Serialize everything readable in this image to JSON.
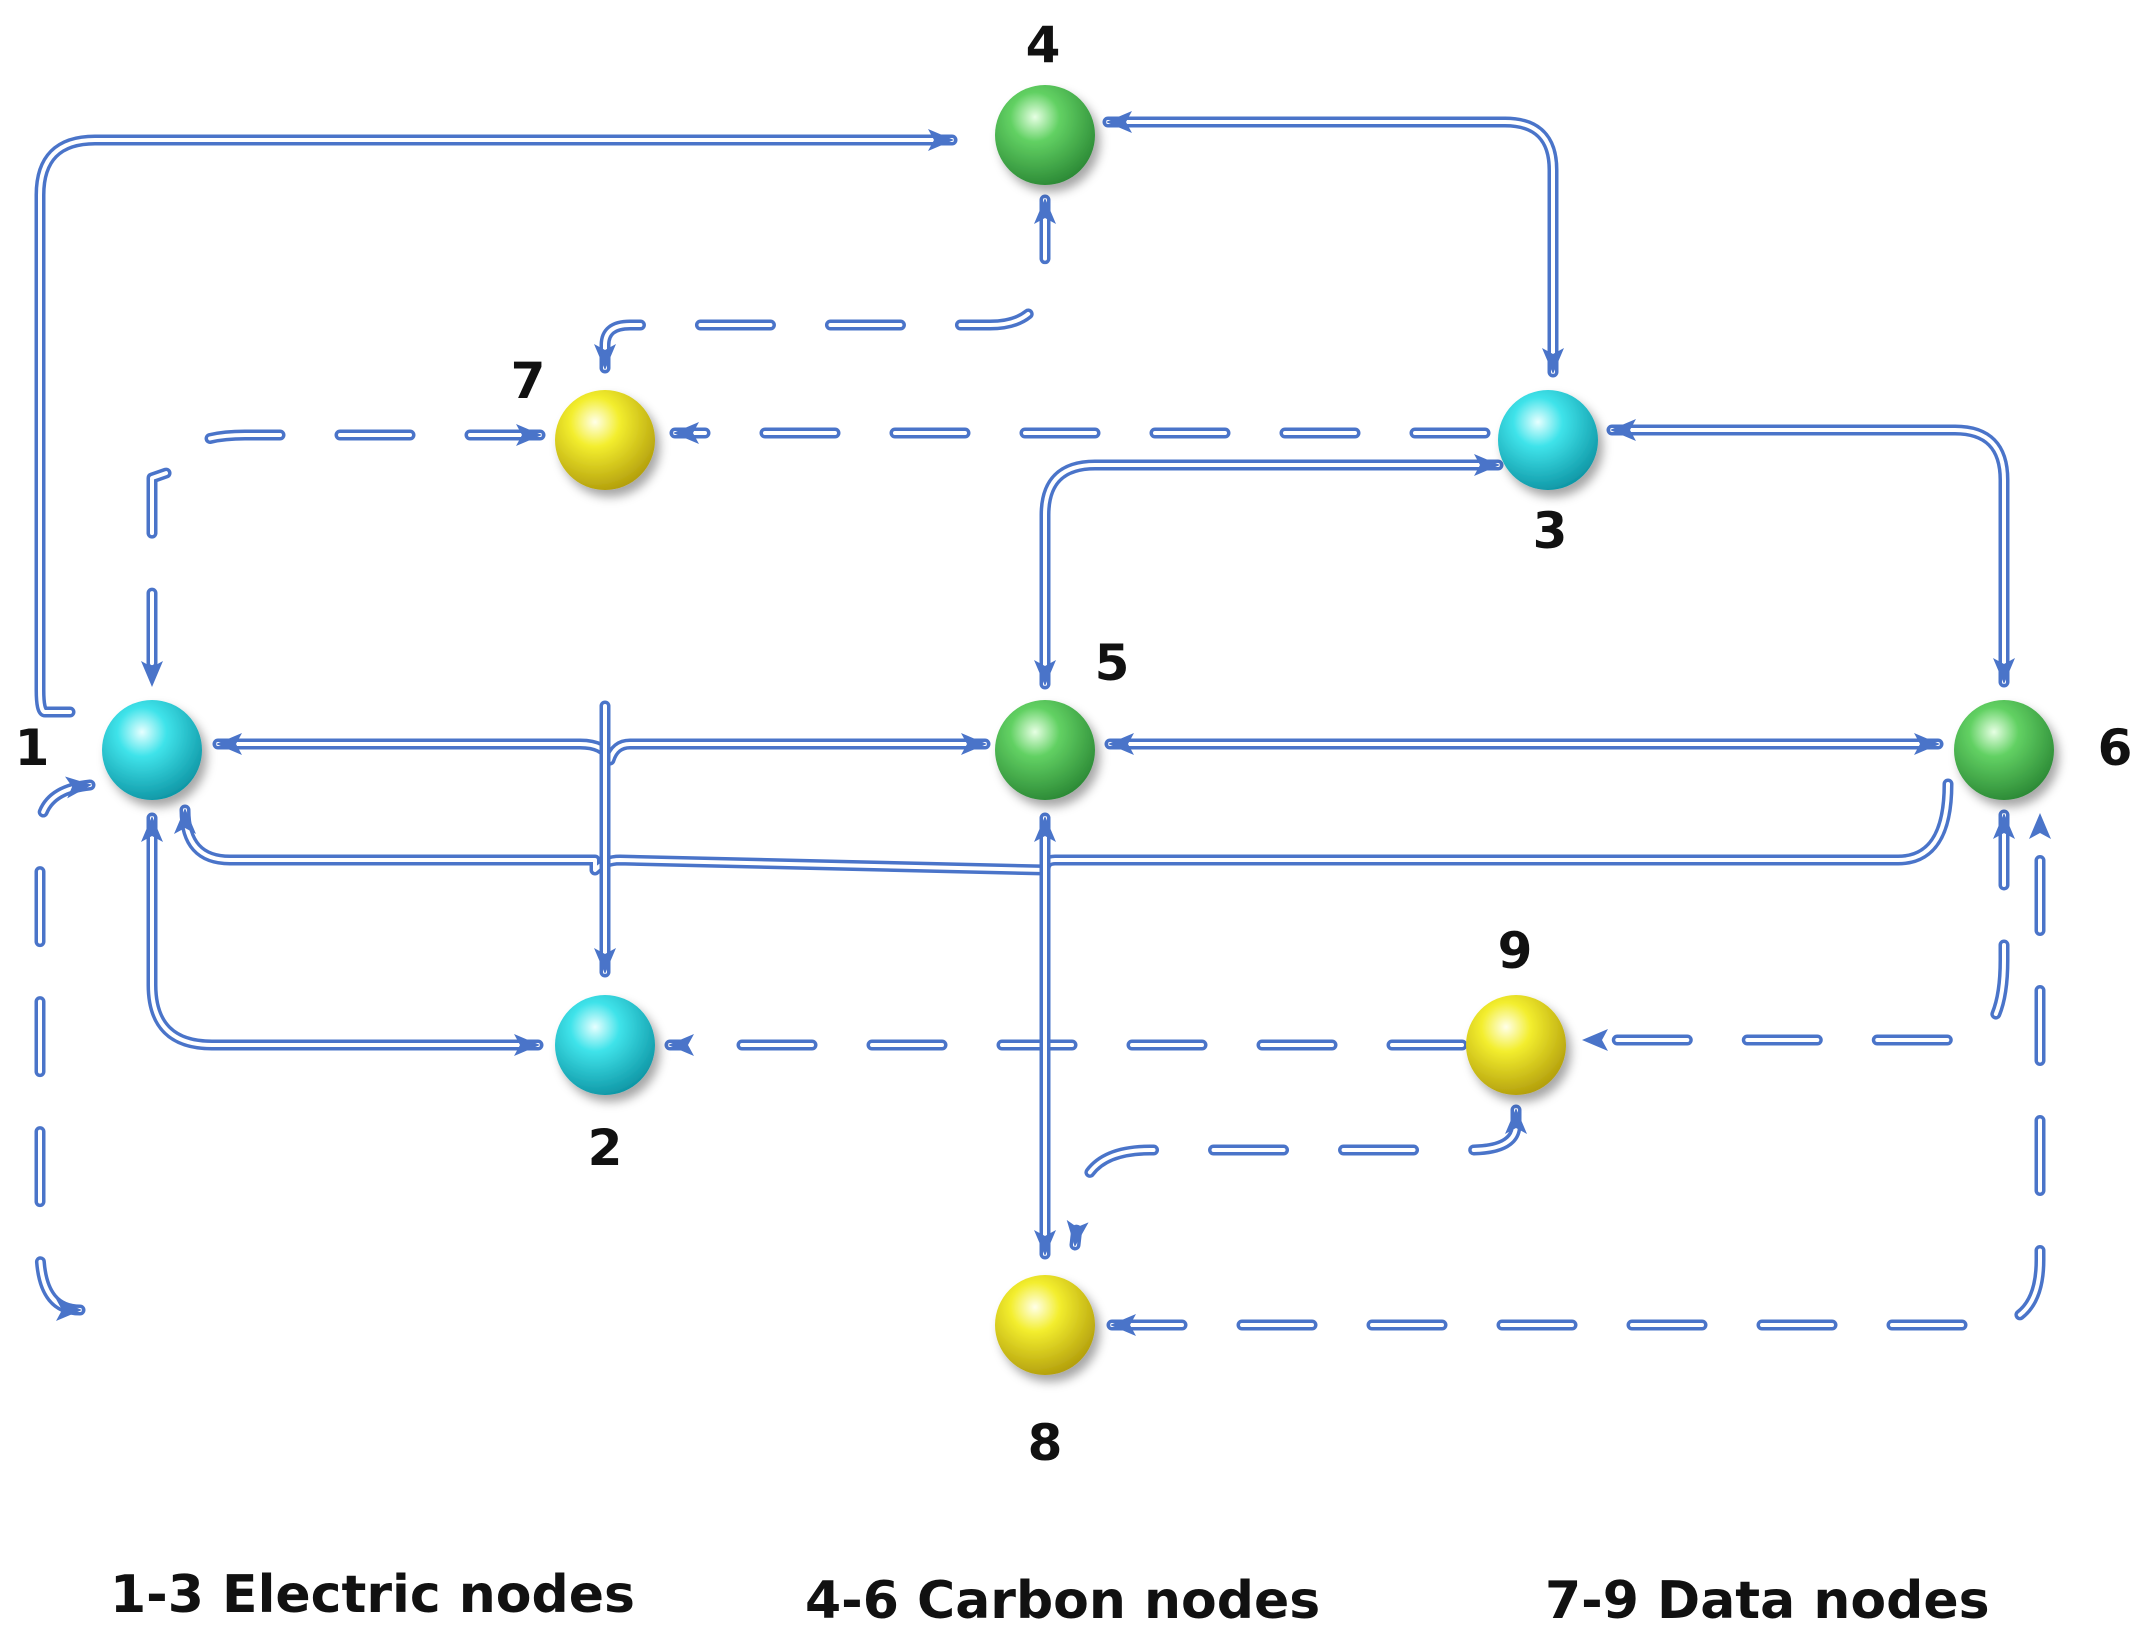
{
  "colors": {
    "edge": "#4a74c9",
    "electric": "#3fe3ea",
    "carbon": "#62d163",
    "data": "#f3ee2e"
  },
  "nodes": [
    {
      "id": "1",
      "label": "1",
      "type": "electric"
    },
    {
      "id": "2",
      "label": "2",
      "type": "electric"
    },
    {
      "id": "3",
      "label": "3",
      "type": "electric"
    },
    {
      "id": "4",
      "label": "4",
      "type": "carbon"
    },
    {
      "id": "5",
      "label": "5",
      "type": "carbon"
    },
    {
      "id": "6",
      "label": "6",
      "type": "carbon"
    },
    {
      "id": "7",
      "label": "7",
      "type": "data"
    },
    {
      "id": "8",
      "label": "8",
      "type": "data"
    },
    {
      "id": "9",
      "label": "9",
      "type": "data"
    }
  ],
  "edges": [
    {
      "from": "1",
      "to": "4",
      "style": "solid",
      "bidirectional": false
    },
    {
      "from": "3",
      "to": "4",
      "style": "solid",
      "bidirectional": true
    },
    {
      "from": "3",
      "to": "6",
      "style": "solid",
      "bidirectional": true
    },
    {
      "from": "3",
      "to": "5",
      "style": "solid",
      "bidirectional": true
    },
    {
      "from": "1",
      "to": "5",
      "style": "solid",
      "bidirectional": true
    },
    {
      "from": "5",
      "to": "6",
      "style": "solid",
      "bidirectional": true
    },
    {
      "from": "6",
      "to": "1",
      "style": "solid",
      "bidirectional": false
    },
    {
      "from": "1",
      "to": "2",
      "style": "solid",
      "bidirectional": true
    },
    {
      "from": "7",
      "to": "2",
      "style": "solid",
      "bidirectional": false
    },
    {
      "from": "7",
      "to": "4",
      "style": "dashed",
      "bidirectional": true
    },
    {
      "from": "7",
      "to": "1",
      "style": "dashed",
      "bidirectional": true
    },
    {
      "from": "3",
      "to": "7",
      "style": "dashed",
      "bidirectional": false
    },
    {
      "from": "9",
      "to": "2",
      "style": "dashed",
      "bidirectional": false
    },
    {
      "from": "6",
      "to": "9",
      "style": "dashed",
      "bidirectional": true
    },
    {
      "from": "9",
      "to": "8",
      "style": "dashed",
      "bidirectional": true
    },
    {
      "from": "8",
      "to": "1",
      "style": "dashed",
      "bidirectional": true
    },
    {
      "from": "8",
      "to": "6",
      "style": "dashed",
      "bidirectional": true
    },
    {
      "from": "5",
      "to": "8",
      "style": "solid",
      "bidirectional": true
    }
  ],
  "legend": {
    "electric": "1-3 Electric nodes",
    "carbon": "4-6 Carbon nodes",
    "data": "7-9 Data nodes"
  }
}
